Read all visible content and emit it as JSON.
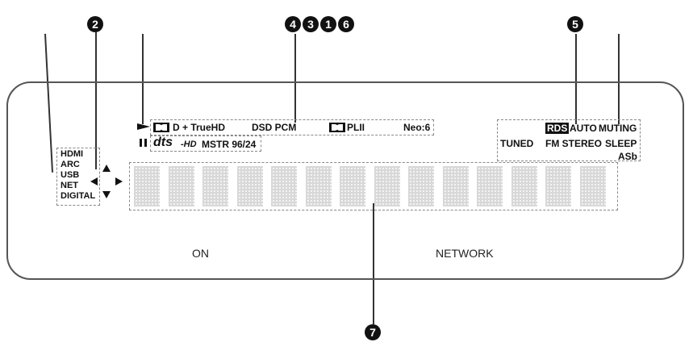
{
  "callouts": {
    "c2": "2",
    "c4": "4",
    "c3": "3",
    "c1": "1",
    "c6": "6",
    "c5": "5",
    "c7": "7"
  },
  "inputs": [
    "HDMI",
    "ARC",
    "USB",
    "NET",
    "DIGITAL"
  ],
  "row1": {
    "dolby_d": "D + TrueHD",
    "dsd_pcm": "DSD PCM",
    "pl2": "PLII",
    "neo": "Neo:6"
  },
  "row2": {
    "dts": "dts",
    "hd": "-HD",
    "mstr": "MSTR 96/24"
  },
  "right": {
    "rds": "RDS",
    "auto": "AUTO",
    "muting": "MUTING",
    "tuned": "TUNED",
    "fm_stereo": "FM STEREO",
    "sleep": "SLEEP",
    "asb": "ASb"
  },
  "bottom": {
    "on": "ON",
    "network": "NETWORK"
  },
  "segments_count": 14
}
